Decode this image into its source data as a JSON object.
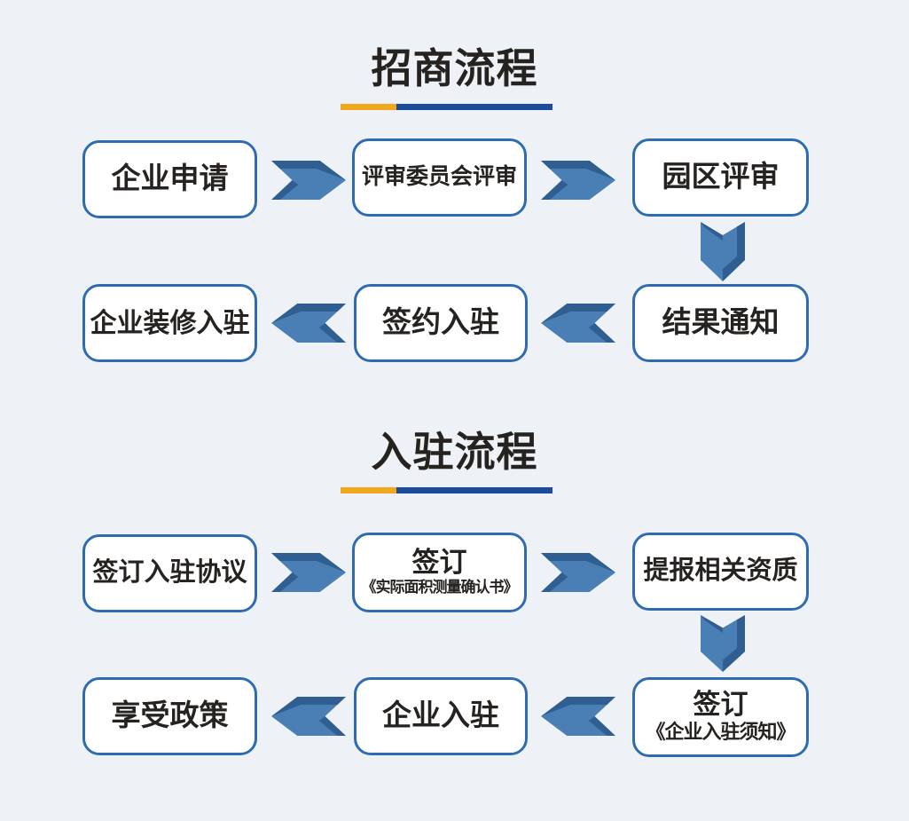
{
  "background": "#eef1f6",
  "colors": {
    "box_border": "#2e6bb0",
    "box_fill": "#ffffff",
    "text": "#262220",
    "arrow_main": "#4a7fb5",
    "arrow_shadow": "#305e91",
    "underline_orange": "#f2a71e",
    "underline_blue": "#1a4b9d"
  },
  "icons": {
    "arrow_right": "chevron-right",
    "arrow_left": "chevron-left",
    "arrow_down": "chevron-down"
  },
  "sections": [
    {
      "title": "招商流程",
      "steps": [
        {
          "label": "企业申请"
        },
        {
          "label": "评审委员会评审"
        },
        {
          "label": "园区评审"
        },
        {
          "label": "结果通知"
        },
        {
          "label": "签约入驻"
        },
        {
          "label": "企业装修入驻"
        }
      ]
    },
    {
      "title": "入驻流程",
      "steps": [
        {
          "label": "签订入驻协议"
        },
        {
          "label": "签订",
          "sub": "《实际面积测量确认书》"
        },
        {
          "label": "提报相关资质"
        },
        {
          "label": "签订",
          "sub": "《企业入驻须知》"
        },
        {
          "label": "企业入驻"
        },
        {
          "label": "享受政策"
        }
      ]
    }
  ]
}
